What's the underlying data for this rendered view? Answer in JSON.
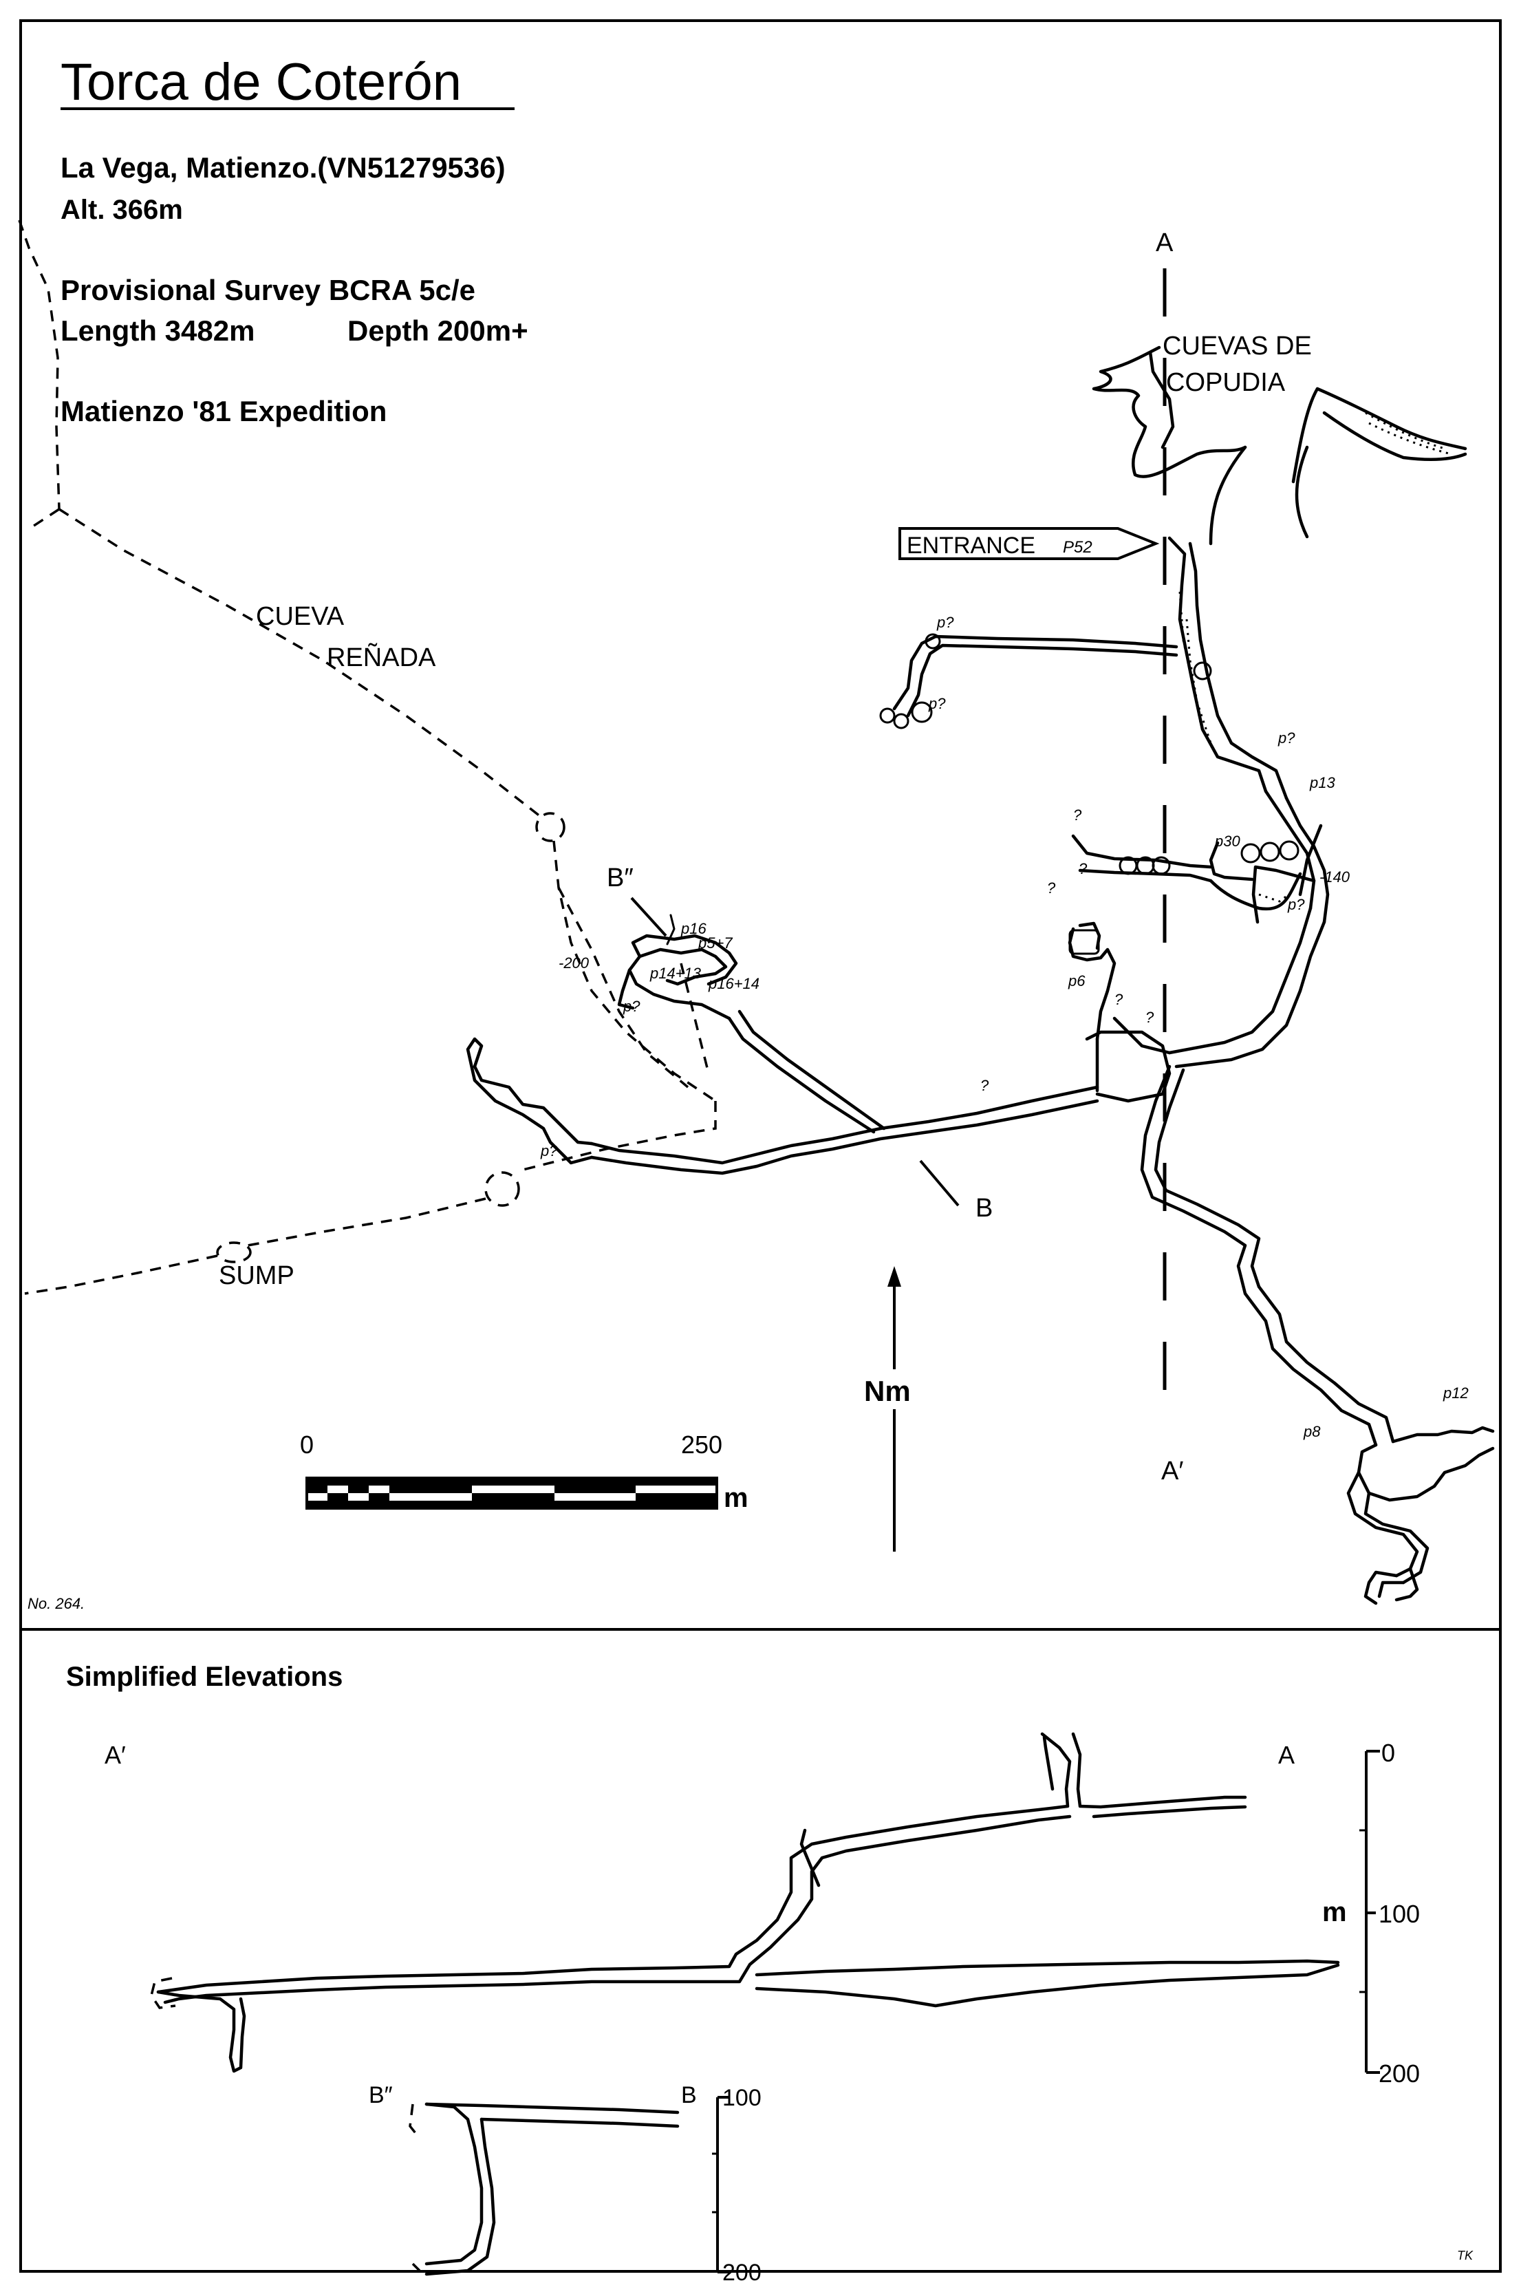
{
  "title": "Torca de Coterón",
  "location": "La Vega, Matienzo.(VN51279536)",
  "altitude": "Alt. 366m",
  "survey_grade": "Provisional Survey BCRA 5c/e",
  "length": "Length 3482m",
  "depth": "Depth 200m+",
  "expedition": "Matienzo '81 Expedition",
  "plan_labels": {
    "section_a": "A",
    "section_a_prime": "A′",
    "section_b": "B",
    "section_b_double_prime": "B″",
    "cuevas_de": "CUEVAS DE",
    "copudia": "COPUDIA",
    "entrance": "ENTRANCE",
    "entrance_pitch": "P52",
    "cueva": "CUEVA",
    "renada": "REÑADA",
    "sump": "SUMP",
    "north": "Nm",
    "drawing_number": "No. 264.",
    "pitch_unknown": "p?",
    "question": "?",
    "pitch_13": "p13",
    "pitch_30": "p30",
    "pitch_6": "p6",
    "pitch_8": "p8",
    "pitch_12": "p12",
    "pitch_16": "p16",
    "pitch_5_7": "p5+7",
    "pitch_16_14": "p16+14",
    "pitch_14_13": "p14+13",
    "depth_140": "-140",
    "depth_200": "-200"
  },
  "scale_bar": {
    "start_label": "0",
    "end_label": "250",
    "unit": "m"
  },
  "elevation": {
    "heading": "Simplified Elevations",
    "a_prime_label": "A′",
    "a_label": "A",
    "b_double_prime_label": "B″",
    "b_label": "B",
    "depth_unit": "m",
    "scale_a_ticks": [
      "0",
      "100",
      "200"
    ],
    "scale_b_ticks": [
      "100",
      "200"
    ]
  },
  "initials": "TK"
}
